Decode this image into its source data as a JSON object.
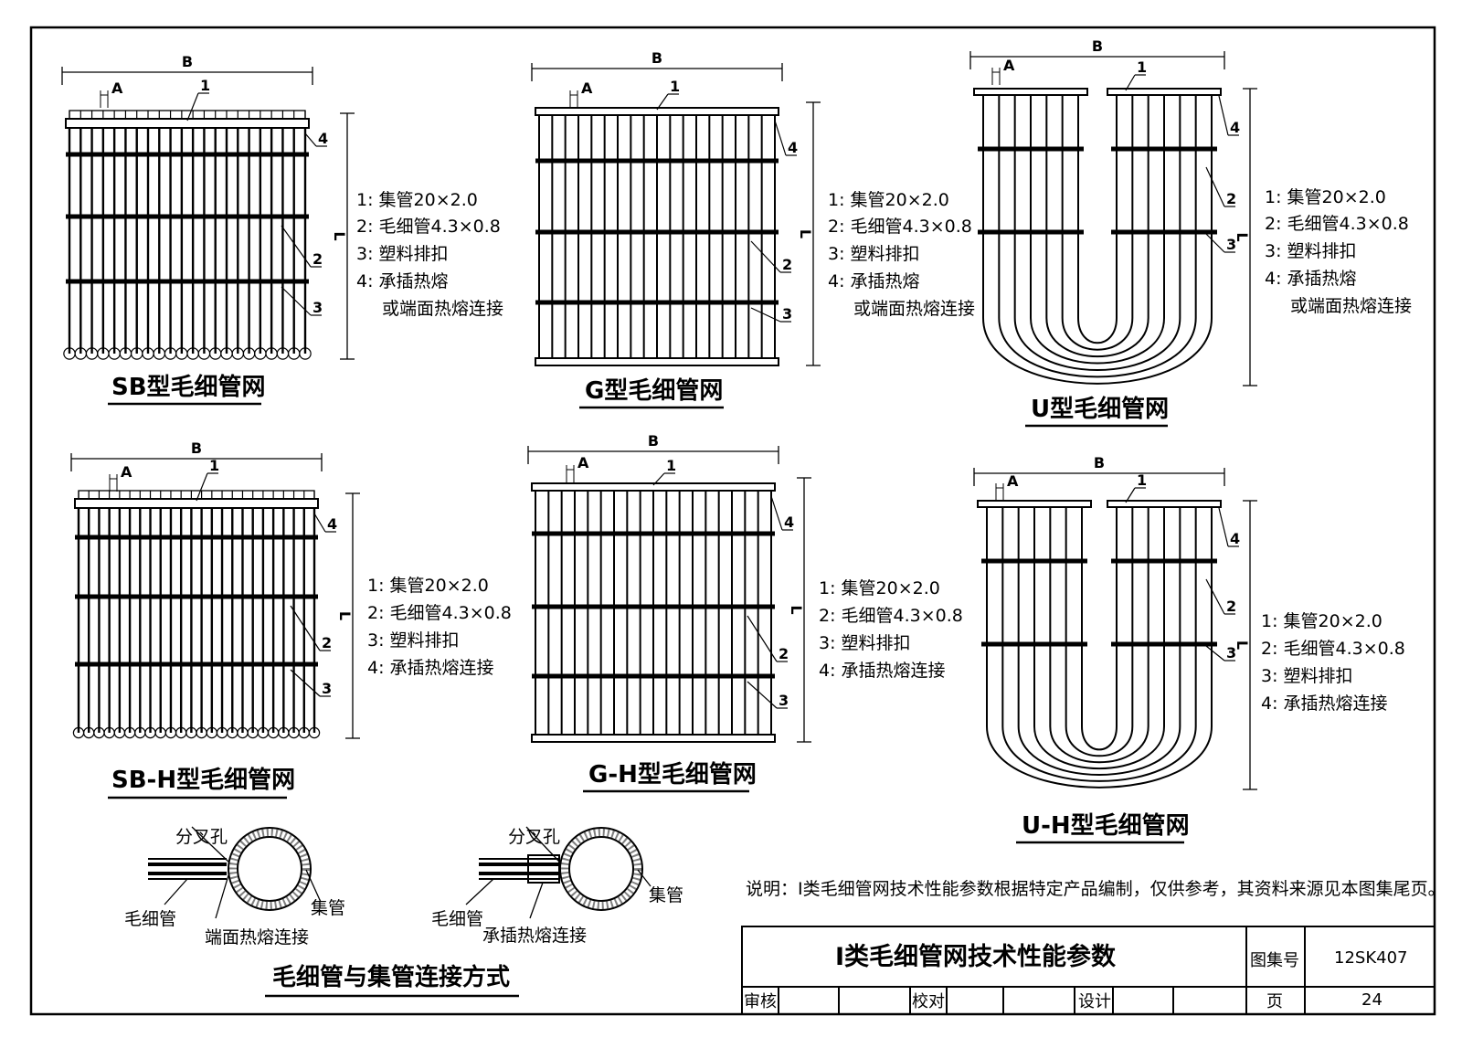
{
  "sheet": {
    "note": "说明：I类毛细管网技术性能参数根据特定产品编制，仅供参考，其资料来源见本图集尾页。"
  },
  "dim": {
    "width": "B",
    "spacing": "A",
    "length": "L"
  },
  "callouts": [
    "1",
    "2",
    "3",
    "4"
  ],
  "legend_full": [
    "1:  集管20×2.0",
    "2:  毛细管4.3×0.8",
    "3:  塑料排扣",
    "4:  承插热熔",
    "或端面热熔连接"
  ],
  "legend_short": [
    "1:  集管20×2.0",
    "2:  毛细管4.3×0.8",
    "3:  塑料排扣",
    "4:  承插热熔连接"
  ],
  "diagrams": [
    {
      "id": "sb",
      "title": "SB型毛细管网"
    },
    {
      "id": "g",
      "title": "G型毛细管网"
    },
    {
      "id": "u",
      "title": "U型毛细管网"
    },
    {
      "id": "sbh",
      "title": "SB-H型毛细管网"
    },
    {
      "id": "gh",
      "title": "G-H型毛细管网"
    },
    {
      "id": "uh",
      "title": "U-H型毛细管网"
    }
  ],
  "connection": {
    "title": "毛细管与集管连接方式",
    "left": {
      "hole": "分叉孔",
      "capillary": "毛细管",
      "method": "端面热熔连接",
      "header": "集管"
    },
    "right": {
      "hole": "分叉孔",
      "capillary": "毛细管",
      "method": "承插热熔连接",
      "header": "集管"
    }
  },
  "titleblock": {
    "title": "Ⅰ类毛细管网技术性能参数",
    "atlas_label": "图集号",
    "atlas_no": "12SK407",
    "review": "审核",
    "check": "校对",
    "design": "设计",
    "page_label": "页",
    "page_no": "24"
  }
}
